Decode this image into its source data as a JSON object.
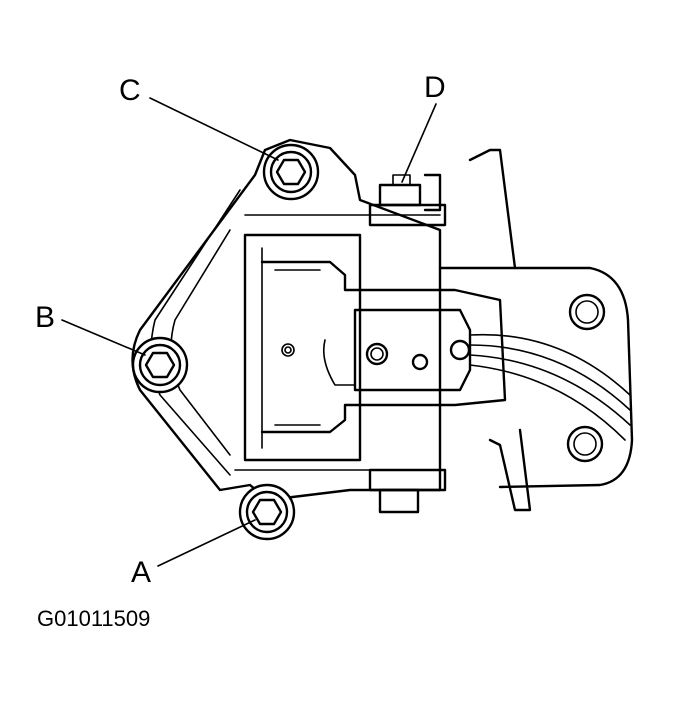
{
  "callouts": {
    "a": "A",
    "b": "B",
    "c": "C",
    "d": "D"
  },
  "figure_id": "G01011509"
}
